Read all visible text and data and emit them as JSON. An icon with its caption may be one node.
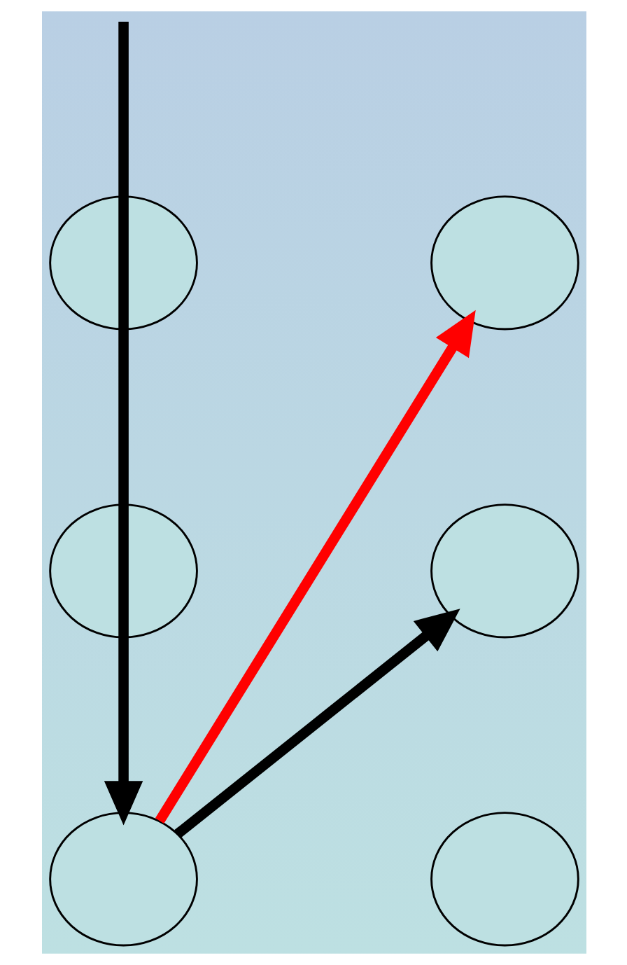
{
  "diagram": {
    "nodes": [
      {
        "text": [],
        "shape": "circle"
      },
      {
        "text": [],
        "shape": "circle"
      },
      {
        "text": [],
        "shape": "circle"
      },
      {
        "text": [],
        "shape": "circle"
      },
      {
        "text": [],
        "shape": "circle"
      },
      {
        "text": [],
        "shape": "circle"
      }
    ],
    "edges": [
      {
        "from": null,
        "to": 4,
        "arrow": "to"
      },
      {
        "from": 4,
        "to": 1,
        "arrow": "to",
        "color": "#ff0000"
      },
      {
        "from": 4,
        "to": 3,
        "arrow": "to"
      }
    ]
  }
}
